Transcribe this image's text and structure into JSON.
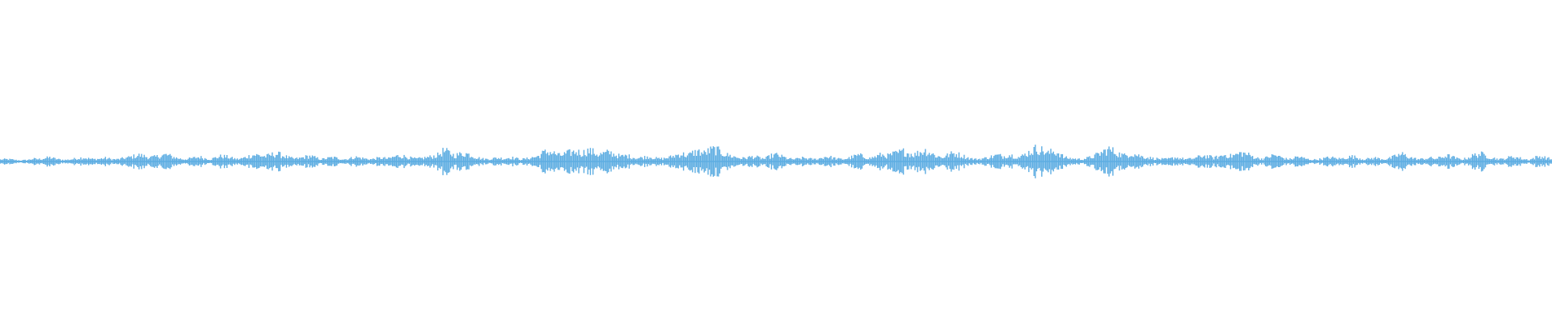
{
  "colors": {
    "background": "#ffffff",
    "waveform": "#5dade2"
  },
  "waveform": {
    "envelope": [
      0.08,
      0.1,
      0.09,
      0.06,
      0.05,
      0.07,
      0.12,
      0.1,
      0.14,
      0.18,
      0.12,
      0.08,
      0.07,
      0.1,
      0.14,
      0.18,
      0.13,
      0.1,
      0.12,
      0.15,
      0.11,
      0.09,
      0.13,
      0.17,
      0.22,
      0.28,
      0.24,
      0.18,
      0.2,
      0.26,
      0.3,
      0.22,
      0.15,
      0.1,
      0.12,
      0.16,
      0.2,
      0.14,
      0.1,
      0.18,
      0.24,
      0.2,
      0.14,
      0.1,
      0.16,
      0.24,
      0.3,
      0.26,
      0.22,
      0.3,
      0.34,
      0.26,
      0.18,
      0.12,
      0.14,
      0.2,
      0.24,
      0.16,
      0.1,
      0.14,
      0.18,
      0.14,
      0.1,
      0.12,
      0.2,
      0.16,
      0.12,
      0.1,
      0.14,
      0.16,
      0.12,
      0.2,
      0.26,
      0.22,
      0.16,
      0.12,
      0.14,
      0.18,
      0.22,
      0.28,
      0.46,
      0.4,
      0.26,
      0.32,
      0.36,
      0.28,
      0.18,
      0.12,
      0.1,
      0.14,
      0.16,
      0.12,
      0.18,
      0.14,
      0.1,
      0.12,
      0.18,
      0.22,
      0.38,
      0.44,
      0.36,
      0.26,
      0.34,
      0.4,
      0.44,
      0.36,
      0.48,
      0.42,
      0.3,
      0.36,
      0.4,
      0.3,
      0.22,
      0.26,
      0.2,
      0.14,
      0.18,
      0.22,
      0.16,
      0.12,
      0.14,
      0.2,
      0.28,
      0.34,
      0.26,
      0.38,
      0.44,
      0.36,
      0.48,
      0.54,
      0.42,
      0.3,
      0.24,
      0.18,
      0.14,
      0.18,
      0.22,
      0.16,
      0.12,
      0.24,
      0.3,
      0.22,
      0.14,
      0.1,
      0.12,
      0.16,
      0.12,
      0.1,
      0.14,
      0.22,
      0.18,
      0.12,
      0.1,
      0.14,
      0.22,
      0.28,
      0.2,
      0.14,
      0.22,
      0.3,
      0.24,
      0.32,
      0.38,
      0.44,
      0.36,
      0.3,
      0.42,
      0.48,
      0.36,
      0.24,
      0.18,
      0.28,
      0.36,
      0.3,
      0.22,
      0.14,
      0.1,
      0.12,
      0.16,
      0.22,
      0.28,
      0.22,
      0.3,
      0.24,
      0.18,
      0.32,
      0.44,
      0.58,
      0.5,
      0.36,
      0.44,
      0.38,
      0.18,
      0.14,
      0.12,
      0.1,
      0.14,
      0.2,
      0.3,
      0.42,
      0.54,
      0.44,
      0.32,
      0.26,
      0.36,
      0.3,
      0.22,
      0.18,
      0.14,
      0.12,
      0.1,
      0.12,
      0.18,
      0.14,
      0.1,
      0.12,
      0.18,
      0.26,
      0.22,
      0.16,
      0.22,
      0.3,
      0.24,
      0.3,
      0.38,
      0.32,
      0.22,
      0.14,
      0.12,
      0.22,
      0.28,
      0.2,
      0.12,
      0.1,
      0.22,
      0.16,
      0.1,
      0.08,
      0.1,
      0.14,
      0.18,
      0.14,
      0.12,
      0.18,
      0.22,
      0.16,
      0.1,
      0.12,
      0.16,
      0.12,
      0.1,
      0.16,
      0.26,
      0.32,
      0.22,
      0.14,
      0.1,
      0.12,
      0.16,
      0.12,
      0.18,
      0.26,
      0.2,
      0.12,
      0.1,
      0.18,
      0.28,
      0.34,
      0.26,
      0.18,
      0.12,
      0.1,
      0.16,
      0.22,
      0.16,
      0.1,
      0.08,
      0.18,
      0.22,
      0.16,
      0.1
    ]
  }
}
